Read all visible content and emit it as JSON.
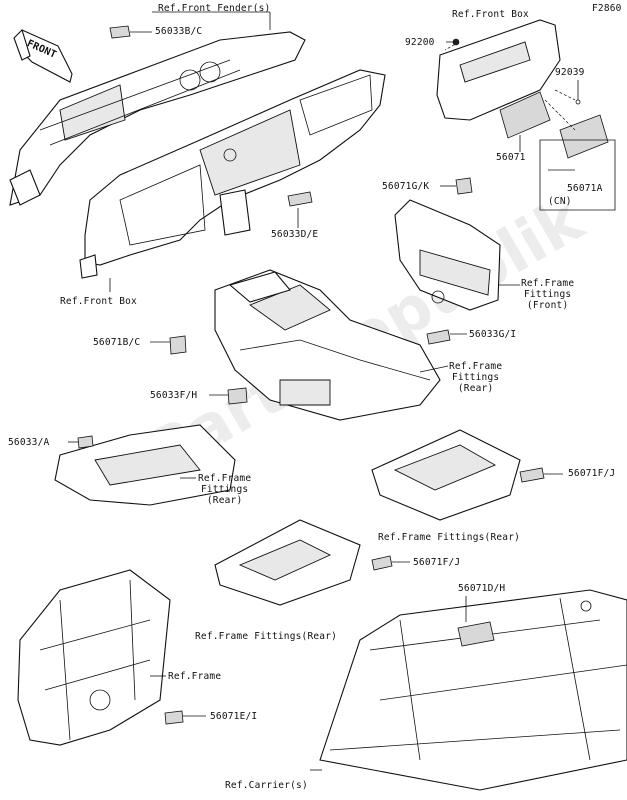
{
  "figure_code": "F2860",
  "watermark": "PartsRepublik",
  "front_arrow_text": "FRONT",
  "parts": [
    {
      "id": "56033B/C",
      "label": "56033B/C"
    },
    {
      "id": "92200",
      "label": "92200"
    },
    {
      "id": "92039",
      "label": "92039"
    },
    {
      "id": "56071",
      "label": "56071"
    },
    {
      "id": "56071A",
      "label": "56071A"
    },
    {
      "id": "56071G/K",
      "label": "56071G/K"
    },
    {
      "id": "56033D/E",
      "label": "56033D/E"
    },
    {
      "id": "56071B/C",
      "label": "56071B/C"
    },
    {
      "id": "56033G/I",
      "label": "56033G/I"
    },
    {
      "id": "56033F/H",
      "label": "56033F/H"
    },
    {
      "id": "56033/A",
      "label": "56033/A"
    },
    {
      "id": "56071F/J-a",
      "label": "56071F/J"
    },
    {
      "id": "56071F/J-b",
      "label": "56071F/J"
    },
    {
      "id": "56071D/H",
      "label": "56071D/H"
    },
    {
      "id": "56071E/I",
      "label": "56071E/I"
    }
  ],
  "refs": {
    "front_fender": "Ref.Front Fender(s)",
    "front_box_top": "Ref.Front Box",
    "front_box_left": "Ref.Front Box",
    "cn": "(CN)",
    "frame_fittings_front": "Ref.Frame\nFittings\n(Front)",
    "frame_fittings_rear_a": "Ref.Frame\nFittings\n(Rear)",
    "frame_fittings_rear_b": "Ref.Frame\nFittings\n(Rear)",
    "frame_fittings_rear_c": "Ref.Frame Fittings(Rear)",
    "frame_fittings_rear_d": "Ref.Frame Fittings(Rear)",
    "frame": "Ref.Frame",
    "carrier": "Ref.Carrier(s)"
  }
}
